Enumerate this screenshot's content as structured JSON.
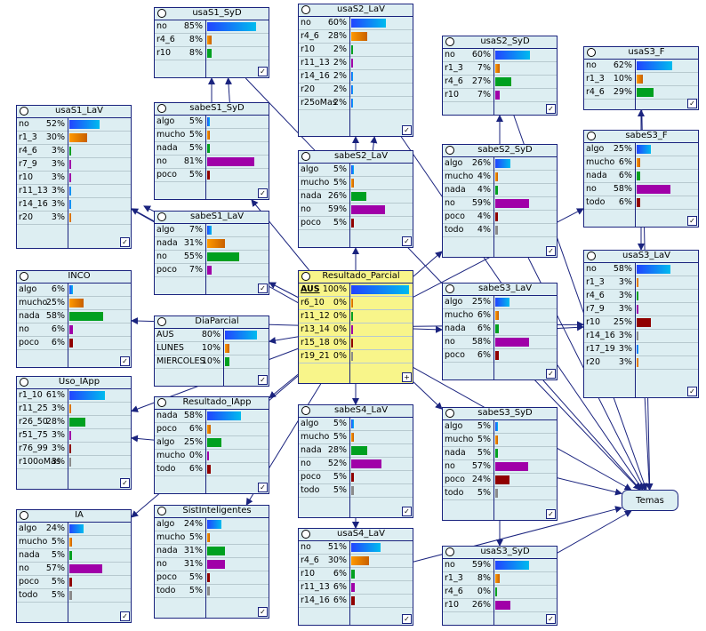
{
  "nodes": [
    {
      "id": "usaS1_SyD",
      "title": "usaS1_SyD",
      "rows": [
        {
          "label": "no",
          "pct": "85%",
          "value": 85,
          "color": "blue"
        },
        {
          "label": "r4_6",
          "pct": "8%",
          "value": 8,
          "color": "orange"
        },
        {
          "label": "r10",
          "pct": "8%",
          "value": 8,
          "color": "green"
        }
      ]
    },
    {
      "id": "usaS2_LaV",
      "title": "usaS2_LaV",
      "rows": [
        {
          "label": "no",
          "pct": "60%",
          "value": 60,
          "color": "blue"
        },
        {
          "label": "r4_6",
          "pct": "28%",
          "value": 28,
          "color": "orange"
        },
        {
          "label": "r10",
          "pct": "2%",
          "value": 2,
          "color": "green"
        },
        {
          "label": "r11_13",
          "pct": "2%",
          "value": 2,
          "color": "purple"
        },
        {
          "label": "r14_16",
          "pct": "2%",
          "value": 2,
          "color": "blue"
        },
        {
          "label": "r20",
          "pct": "2%",
          "value": 2,
          "color": "blue"
        },
        {
          "label": "r25oMas",
          "pct": "2%",
          "value": 2,
          "color": "blue"
        }
      ]
    },
    {
      "id": "usaS2_SyD",
      "title": "usaS2_SyD",
      "rows": [
        {
          "label": "no",
          "pct": "60%",
          "value": 60,
          "color": "blue"
        },
        {
          "label": "r1_3",
          "pct": "7%",
          "value": 7,
          "color": "orange"
        },
        {
          "label": "r4_6",
          "pct": "27%",
          "value": 27,
          "color": "green"
        },
        {
          "label": "r10",
          "pct": "7%",
          "value": 7,
          "color": "purple"
        }
      ]
    },
    {
      "id": "usaS3_F",
      "title": "usaS3_F",
      "rows": [
        {
          "label": "no",
          "pct": "62%",
          "value": 62,
          "color": "blue"
        },
        {
          "label": "r1_3",
          "pct": "10%",
          "value": 10,
          "color": "orange"
        },
        {
          "label": "r4_6",
          "pct": "29%",
          "value": 29,
          "color": "green"
        }
      ]
    },
    {
      "id": "usaS1_LaV",
      "title": "usaS1_LaV",
      "rows": [
        {
          "label": "no",
          "pct": "52%",
          "value": 52,
          "color": "blue"
        },
        {
          "label": "r1_3",
          "pct": "30%",
          "value": 30,
          "color": "orange"
        },
        {
          "label": "r4_6",
          "pct": "3%",
          "value": 3,
          "color": "green"
        },
        {
          "label": "r7_9",
          "pct": "3%",
          "value": 3,
          "color": "purple"
        },
        {
          "label": "r10",
          "pct": "3%",
          "value": 3,
          "color": "purple"
        },
        {
          "label": "r11_13",
          "pct": "3%",
          "value": 3,
          "color": "blue"
        },
        {
          "label": "r14_16",
          "pct": "3%",
          "value": 3,
          "color": "blue"
        },
        {
          "label": "r20",
          "pct": "3%",
          "value": 3,
          "color": "orange"
        }
      ]
    },
    {
      "id": "sabeS1_SyD",
      "title": "sabeS1_SyD",
      "rows": [
        {
          "label": "algo",
          "pct": "5%",
          "value": 5,
          "color": "blue"
        },
        {
          "label": "mucho",
          "pct": "5%",
          "value": 5,
          "color": "orange"
        },
        {
          "label": "nada",
          "pct": "5%",
          "value": 5,
          "color": "green"
        },
        {
          "label": "no",
          "pct": "81%",
          "value": 81,
          "color": "purple"
        },
        {
          "label": "poco",
          "pct": "5%",
          "value": 5,
          "color": "darkred"
        }
      ]
    },
    {
      "id": "sabeS2_LaV",
      "title": "sabeS2_LaV",
      "rows": [
        {
          "label": "algo",
          "pct": "5%",
          "value": 5,
          "color": "blue"
        },
        {
          "label": "mucho",
          "pct": "5%",
          "value": 5,
          "color": "orange"
        },
        {
          "label": "nada",
          "pct": "26%",
          "value": 26,
          "color": "green"
        },
        {
          "label": "no",
          "pct": "59%",
          "value": 59,
          "color": "purple"
        },
        {
          "label": "poco",
          "pct": "5%",
          "value": 5,
          "color": "darkred"
        }
      ]
    },
    {
      "id": "sabeS2_SyD",
      "title": "sabeS2_SyD",
      "rows": [
        {
          "label": "algo",
          "pct": "26%",
          "value": 26,
          "color": "blue"
        },
        {
          "label": "mucho",
          "pct": "4%",
          "value": 4,
          "color": "orange"
        },
        {
          "label": "nada",
          "pct": "4%",
          "value": 4,
          "color": "green"
        },
        {
          "label": "no",
          "pct": "59%",
          "value": 59,
          "color": "purple"
        },
        {
          "label": "poco",
          "pct": "4%",
          "value": 4,
          "color": "darkred"
        },
        {
          "label": "todo",
          "pct": "4%",
          "value": 4,
          "color": "gray"
        }
      ]
    },
    {
      "id": "sabeS3_F",
      "title": "sabeS3_F",
      "rows": [
        {
          "label": "algo",
          "pct": "25%",
          "value": 25,
          "color": "blue"
        },
        {
          "label": "mucho",
          "pct": "6%",
          "value": 6,
          "color": "orange"
        },
        {
          "label": "nada",
          "pct": "6%",
          "value": 6,
          "color": "green"
        },
        {
          "label": "no",
          "pct": "58%",
          "value": 58,
          "color": "purple"
        },
        {
          "label": "todo",
          "pct": "6%",
          "value": 6,
          "color": "darkred"
        }
      ]
    },
    {
      "id": "sabeS1_LaV",
      "title": "sabeS1_LaV",
      "rows": [
        {
          "label": "algo",
          "pct": "7%",
          "value": 7,
          "color": "blue"
        },
        {
          "label": "nada",
          "pct": "31%",
          "value": 31,
          "color": "orange"
        },
        {
          "label": "no",
          "pct": "55%",
          "value": 55,
          "color": "green"
        },
        {
          "label": "poco",
          "pct": "7%",
          "value": 7,
          "color": "purple"
        }
      ]
    },
    {
      "id": "INCO",
      "title": "INCO",
      "rows": [
        {
          "label": "algo",
          "pct": "6%",
          "value": 6,
          "color": "blue"
        },
        {
          "label": "mucho",
          "pct": "25%",
          "value": 25,
          "color": "orange"
        },
        {
          "label": "nada",
          "pct": "58%",
          "value": 58,
          "color": "green"
        },
        {
          "label": "no",
          "pct": "6%",
          "value": 6,
          "color": "purple"
        },
        {
          "label": "poco",
          "pct": "6%",
          "value": 6,
          "color": "darkred"
        }
      ]
    },
    {
      "id": "Resultado_Parcial",
      "title": "Resultado_Parcial",
      "selected": true,
      "rows": [
        {
          "label": "AUS",
          "pct": "100%",
          "value": 100,
          "color": "blue",
          "bold": true
        },
        {
          "label": "r6_10",
          "pct": "0%",
          "value": 0,
          "color": "orange"
        },
        {
          "label": "r11_12",
          "pct": "0%",
          "value": 0,
          "color": "green"
        },
        {
          "label": "r13_14",
          "pct": "0%",
          "value": 0,
          "color": "purple"
        },
        {
          "label": "r15_18",
          "pct": "0%",
          "value": 0,
          "color": "darkred"
        },
        {
          "label": "r19_21",
          "pct": "0%",
          "value": 0,
          "color": "gray"
        }
      ]
    },
    {
      "id": "usaS3_LaV",
      "title": "usaS3_LaV",
      "rows": [
        {
          "label": "no",
          "pct": "58%",
          "value": 58,
          "color": "blue"
        },
        {
          "label": "r1_3",
          "pct": "3%",
          "value": 3,
          "color": "orange"
        },
        {
          "label": "r4_6",
          "pct": "3%",
          "value": 3,
          "color": "green"
        },
        {
          "label": "r7_9",
          "pct": "3%",
          "value": 3,
          "color": "purple"
        },
        {
          "label": "r10",
          "pct": "25%",
          "value": 25,
          "color": "darkred"
        },
        {
          "label": "r14_16",
          "pct": "3%",
          "value": 3,
          "color": "gray"
        },
        {
          "label": "r17_19",
          "pct": "3%",
          "value": 3,
          "color": "blue"
        },
        {
          "label": "r20",
          "pct": "3%",
          "value": 3,
          "color": "orange"
        }
      ]
    },
    {
      "id": "sabeS3_LaV",
      "title": "sabeS3_LaV",
      "rows": [
        {
          "label": "algo",
          "pct": "25%",
          "value": 25,
          "color": "blue"
        },
        {
          "label": "mucho",
          "pct": "6%",
          "value": 6,
          "color": "orange"
        },
        {
          "label": "nada",
          "pct": "6%",
          "value": 6,
          "color": "green"
        },
        {
          "label": "no",
          "pct": "58%",
          "value": 58,
          "color": "purple"
        },
        {
          "label": "poco",
          "pct": "6%",
          "value": 6,
          "color": "darkred"
        }
      ]
    },
    {
      "id": "DiaParcial",
      "title": "DiaParcial",
      "rows": [
        {
          "label": "AUS",
          "pct": "80%",
          "value": 80,
          "color": "blue"
        },
        {
          "label": "LUNES",
          "pct": "10%",
          "value": 10,
          "color": "orange"
        },
        {
          "label": "MIERCOLES",
          "pct": "10%",
          "value": 10,
          "color": "green"
        }
      ]
    },
    {
      "id": "Uso_IApp",
      "title": "Uso_IApp",
      "rows": [
        {
          "label": "r1_10",
          "pct": "61%",
          "value": 61,
          "color": "blue"
        },
        {
          "label": "r11_25",
          "pct": "3%",
          "value": 3,
          "color": "orange"
        },
        {
          "label": "r26_50",
          "pct": "28%",
          "value": 28,
          "color": "green"
        },
        {
          "label": "r51_75",
          "pct": "3%",
          "value": 3,
          "color": "purple"
        },
        {
          "label": "r76_99",
          "pct": "3%",
          "value": 3,
          "color": "darkred"
        },
        {
          "label": "r100oMas",
          "pct": "3%",
          "value": 3,
          "color": "gray"
        }
      ]
    },
    {
      "id": "Resultado_IApp",
      "title": "Resultado_IApp",
      "rows": [
        {
          "label": "nada",
          "pct": "58%",
          "value": 58,
          "color": "blue"
        },
        {
          "label": "poco",
          "pct": "6%",
          "value": 6,
          "color": "orange"
        },
        {
          "label": "algo",
          "pct": "25%",
          "value": 25,
          "color": "green"
        },
        {
          "label": "mucho",
          "pct": "0%",
          "value": 0,
          "color": "purple"
        },
        {
          "label": "todo",
          "pct": "6%",
          "value": 6,
          "color": "darkred"
        }
      ]
    },
    {
      "id": "sabeS4_LaV",
      "title": "sabeS4_LaV",
      "rows": [
        {
          "label": "algo",
          "pct": "5%",
          "value": 5,
          "color": "blue"
        },
        {
          "label": "mucho",
          "pct": "5%",
          "value": 5,
          "color": "orange"
        },
        {
          "label": "nada",
          "pct": "28%",
          "value": 28,
          "color": "green"
        },
        {
          "label": "no",
          "pct": "52%",
          "value": 52,
          "color": "purple"
        },
        {
          "label": "poco",
          "pct": "5%",
          "value": 5,
          "color": "darkred"
        },
        {
          "label": "todo",
          "pct": "5%",
          "value": 5,
          "color": "gray"
        }
      ]
    },
    {
      "id": "sabeS3_SyD",
      "title": "sabeS3_SyD",
      "rows": [
        {
          "label": "algo",
          "pct": "5%",
          "value": 5,
          "color": "blue"
        },
        {
          "label": "mucho",
          "pct": "5%",
          "value": 5,
          "color": "orange"
        },
        {
          "label": "nada",
          "pct": "5%",
          "value": 5,
          "color": "green"
        },
        {
          "label": "no",
          "pct": "57%",
          "value": 57,
          "color": "purple"
        },
        {
          "label": "poco",
          "pct": "24%",
          "value": 24,
          "color": "darkred"
        },
        {
          "label": "todo",
          "pct": "5%",
          "value": 5,
          "color": "gray"
        }
      ]
    },
    {
      "id": "IA",
      "title": "IA",
      "rows": [
        {
          "label": "algo",
          "pct": "24%",
          "value": 24,
          "color": "blue"
        },
        {
          "label": "mucho",
          "pct": "5%",
          "value": 5,
          "color": "orange"
        },
        {
          "label": "nada",
          "pct": "5%",
          "value": 5,
          "color": "green"
        },
        {
          "label": "no",
          "pct": "57%",
          "value": 57,
          "color": "purple"
        },
        {
          "label": "poco",
          "pct": "5%",
          "value": 5,
          "color": "darkred"
        },
        {
          "label": "todo",
          "pct": "5%",
          "value": 5,
          "color": "gray"
        }
      ]
    },
    {
      "id": "SistInteligentes",
      "title": "SistInteligentes",
      "rows": [
        {
          "label": "algo",
          "pct": "24%",
          "value": 24,
          "color": "blue"
        },
        {
          "label": "mucho",
          "pct": "5%",
          "value": 5,
          "color": "orange"
        },
        {
          "label": "nada",
          "pct": "31%",
          "value": 31,
          "color": "green"
        },
        {
          "label": "no",
          "pct": "31%",
          "value": 31,
          "color": "purple"
        },
        {
          "label": "poco",
          "pct": "5%",
          "value": 5,
          "color": "darkred"
        },
        {
          "label": "todo",
          "pct": "5%",
          "value": 5,
          "color": "gray"
        }
      ]
    },
    {
      "id": "usaS4_LaV",
      "title": "usaS4_LaV",
      "rows": [
        {
          "label": "no",
          "pct": "51%",
          "value": 51,
          "color": "blue"
        },
        {
          "label": "r4_6",
          "pct": "30%",
          "value": 30,
          "color": "orange"
        },
        {
          "label": "r10",
          "pct": "6%",
          "value": 6,
          "color": "green"
        },
        {
          "label": "r11_13",
          "pct": "6%",
          "value": 6,
          "color": "purple"
        },
        {
          "label": "r14_16",
          "pct": "6%",
          "value": 6,
          "color": "darkred"
        }
      ]
    },
    {
      "id": "usaS3_SyD",
      "title": "usaS3_SyD",
      "rows": [
        {
          "label": "no",
          "pct": "59%",
          "value": 59,
          "color": "blue"
        },
        {
          "label": "r1_3",
          "pct": "8%",
          "value": 8,
          "color": "orange"
        },
        {
          "label": "r4_6",
          "pct": "0%",
          "value": 0,
          "color": "green"
        },
        {
          "label": "r10",
          "pct": "26%",
          "value": 26,
          "color": "purple"
        }
      ]
    }
  ],
  "temas": {
    "title": "Temas"
  },
  "edges": [
    [
      "sabeS1_SyD",
      "usaS1_SyD"
    ],
    [
      "sabeS1_SyD",
      "usaS1_SyD"
    ],
    [
      "sabeS2_LaV",
      "usaS2_LaV"
    ],
    [
      "sabeS2_LaV",
      "usaS2_LaV"
    ],
    [
      "sabeS2_SyD",
      "usaS2_SyD"
    ],
    [
      "sabeS3_F",
      "usaS3_F"
    ],
    [
      "sabeS1_LaV",
      "usaS1_LaV"
    ],
    [
      "sabeS1_LaV",
      "usaS1_LaV"
    ],
    [
      "Resultado_Parcial",
      "sabeS1_SyD"
    ],
    [
      "Resultado_Parcial",
      "sabeS2_LaV"
    ],
    [
      "Resultado_Parcial",
      "sabeS2_SyD"
    ],
    [
      "Resultado_Parcial",
      "sabeS3_F"
    ],
    [
      "Resultado_Parcial",
      "sabeS1_LaV"
    ],
    [
      "Resultado_Parcial",
      "sabeS3_LaV"
    ],
    [
      "Resultado_Parcial",
      "usaS3_LaV"
    ],
    [
      "Resultado_Parcial",
      "INCO"
    ],
    [
      "Resultado_Parcial",
      "DiaParcial"
    ],
    [
      "Resultado_Parcial",
      "Resultado_IApp"
    ],
    [
      "Resultado_Parcial",
      "sabeS4_LaV"
    ],
    [
      "Resultado_Parcial",
      "sabeS3_SyD"
    ],
    [
      "Resultado_Parcial",
      "usaS4_LaV"
    ],
    [
      "Resultado_Parcial",
      "Uso_IApp"
    ],
    [
      "Resultado_Parcial",
      "IA"
    ],
    [
      "Resultado_Parcial",
      "SistInteligentes"
    ],
    [
      "sabeS3_F",
      "usaS3_LaV"
    ],
    [
      "sabeS3_LaV",
      "usaS3_LaV"
    ],
    [
      "sabeS4_LaV",
      "usaS4_LaV"
    ],
    [
      "sabeS3_SyD",
      "usaS3_SyD"
    ],
    [
      "Resultado_IApp",
      "Uso_IApp"
    ],
    [
      "usaS1_SyD",
      "Temas"
    ],
    [
      "usaS2_LaV",
      "Temas"
    ],
    [
      "usaS2_SyD",
      "Temas"
    ],
    [
      "usaS3_F",
      "Temas"
    ],
    [
      "usaS1_LaV",
      "Temas"
    ],
    [
      "usaS3_LaV",
      "Temas"
    ],
    [
      "usaS4_LaV",
      "Temas"
    ],
    [
      "usaS3_SyD",
      "Temas"
    ],
    [
      "sabeS3_LaV",
      "Temas"
    ],
    [
      "sabeS3_SyD",
      "Temas"
    ],
    [
      "sabeS2_SyD",
      "Temas"
    ]
  ]
}
